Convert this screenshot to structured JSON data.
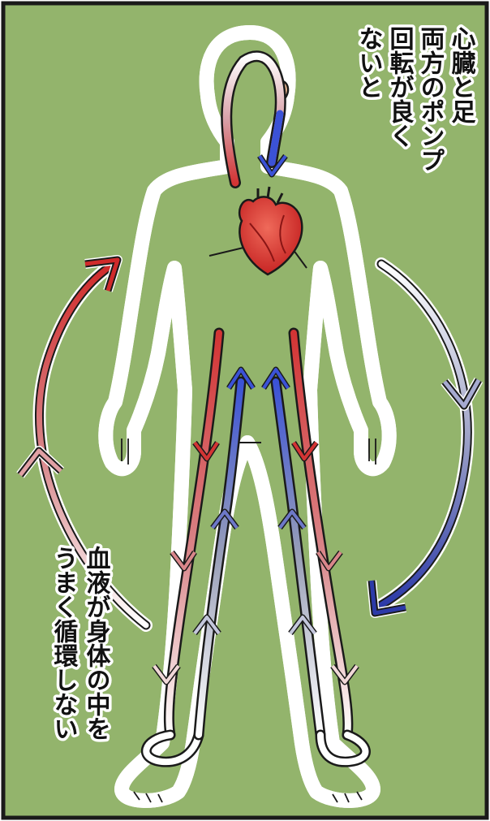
{
  "caption_top": {
    "columns": [
      "心臓と足",
      "両方のポンプ",
      "回転が良く",
      "ないと"
    ]
  },
  "caption_bottom": {
    "columns": [
      "血液が身体の中を",
      "うまく循環しない"
    ]
  },
  "colors": {
    "background_green": "#93b46c",
    "skin": "#f9c29a",
    "outline": "#1a1a1a",
    "artery_red": "#d33434",
    "vein_blue": "#3b52d6",
    "heart_red": "#d9322e"
  }
}
